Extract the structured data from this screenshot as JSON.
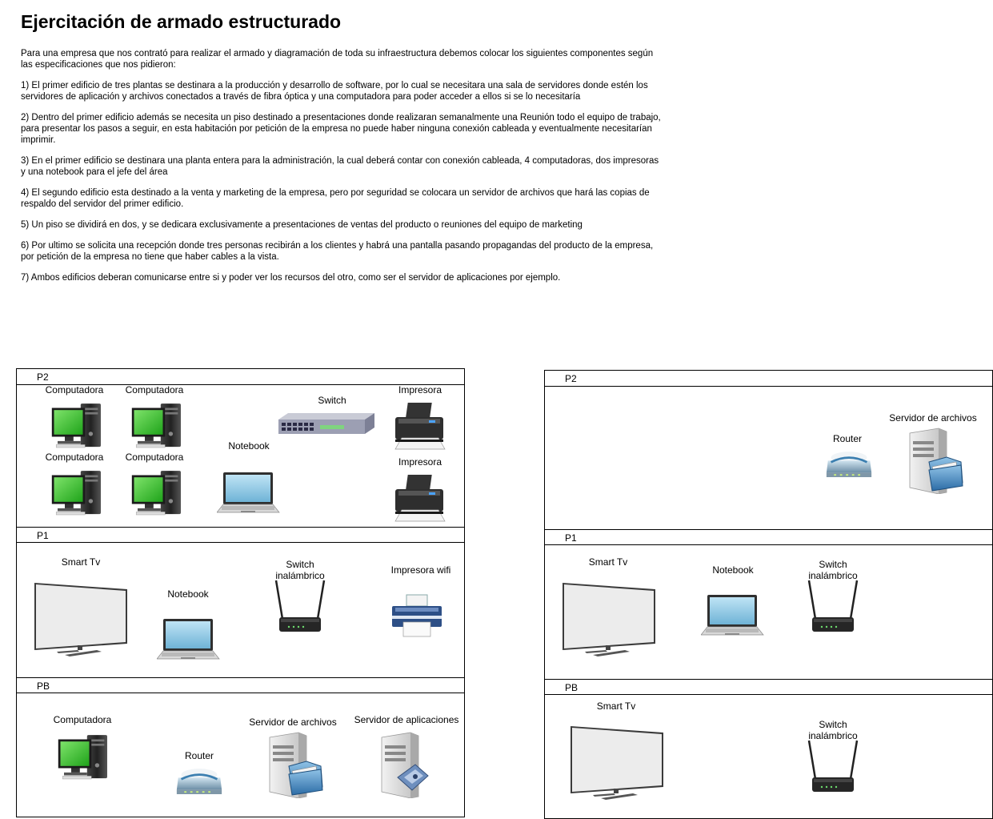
{
  "title": "Ejercitación de armado estructurado",
  "paragraphs": [
    "Para una empresa que  nos contrató para realizar el armado y diagramación de toda su infraestructura debemos colocar los siguientes componentes según las especificaciones que nos pidieron:",
    "1) El primer edificio de tres plantas se destinara a la producción y desarrollo de software, por lo cual se necesitara una sala de servidores donde estén los servidores de aplicación y archivos conectados a través de fibra óptica y una computadora para poder acceder a ellos si se lo necesitaría",
    "2) Dentro del primer edificio además se necesita un piso destinado a presentaciones donde realizaran semanalmente una Reunión todo el equipo de trabajo, para presentar los pasos a seguir, en esta habitación por petición de la empresa no puede haber ninguna conexión cableada y eventualmente necesitarían imprimir.",
    "3) En el primer edificio se destinara una planta entera para la administración, la cual deberá contar con conexión cableada, 4 computadoras, dos impresoras y una notebook para el jefe del área",
    "4) El segundo edificio esta destinado a la venta y marketing de la empresa, pero por seguridad se colocara un servidor de archivos que hará las copias de respaldo del servidor del primer edificio.",
    "5) Un piso se dividirá en dos, y se dedicara exclusivamente a presentaciones de ventas del producto o reuniones del equipo de marketing",
    "6) Por ultimo se solicita una recepción donde tres personas recibirán a los clientes y habrá una pantalla pasando propagandas del producto de la empresa, por petición de la empresa no tiene que haber cables a la vista.",
    "7) Ambos edificios deberan comunicarse entre si y poder ver los recursos del otro, como ser el servidor de aplicaciones por ejemplo."
  ],
  "building1": {
    "floors": {
      "p2": "P2",
      "p1": "P1",
      "pb": "PB"
    },
    "p2_devices": {
      "pc1": "Computadora",
      "pc2": "Computadora",
      "pc3": "Computadora",
      "pc4": "Computadora",
      "switch": "Switch",
      "notebook": "Notebook",
      "printer1": "Impresora",
      "printer2": "Impresora"
    },
    "p1_devices": {
      "tv": "Smart Tv",
      "notebook": "Notebook",
      "wifi_switch_1": "Switch",
      "wifi_switch_2": "inalámbrico",
      "printer": "Impresora wifi"
    },
    "pb_devices": {
      "pc": "Computadora",
      "router": "Router",
      "file_server": "Servidor de archivos",
      "app_server": "Servidor de aplicaciones"
    }
  },
  "building2": {
    "floors": {
      "p2": "P2",
      "p1": "P1",
      "pb": "PB"
    },
    "p2_devices": {
      "router": "Router",
      "file_server": "Servidor de archivos"
    },
    "p1_devices": {
      "tv": "Smart Tv",
      "notebook": "Notebook",
      "wifi_switch_1": "Switch",
      "wifi_switch_2": "inalámbrico"
    },
    "pb_devices": {
      "tv": "Smart Tv",
      "wifi_switch_1": "Switch",
      "wifi_switch_2": "inalámbrico"
    }
  },
  "icons": [
    "computer-icon",
    "switch-icon",
    "printer-icon",
    "notebook-icon",
    "smart-tv-icon",
    "wireless-router-icon",
    "wifi-printer-icon",
    "router-icon",
    "file-server-icon",
    "app-server-icon"
  ]
}
